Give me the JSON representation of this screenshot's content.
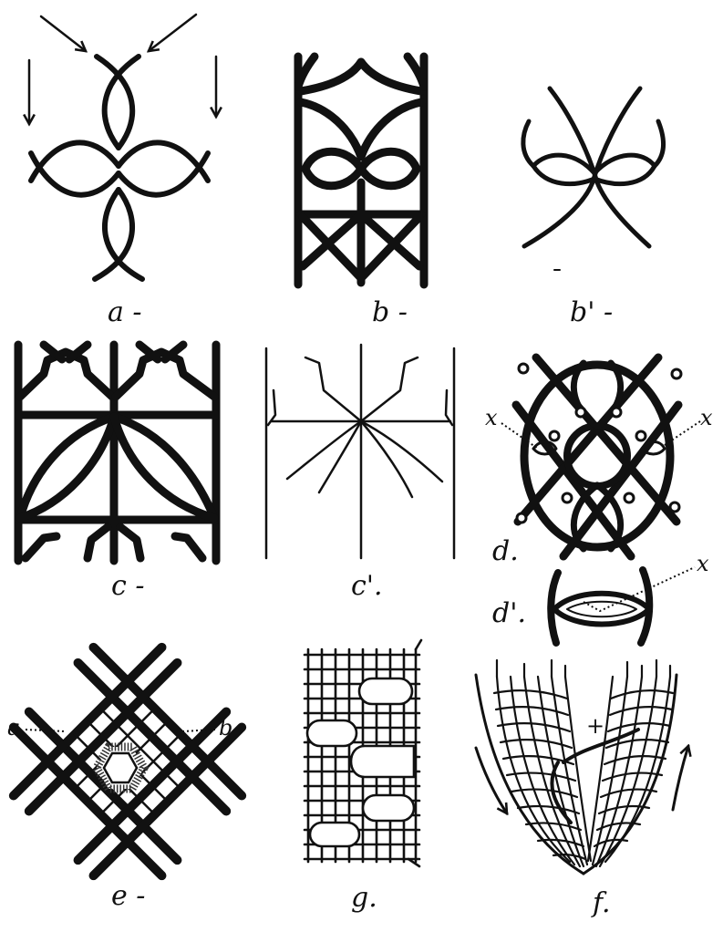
{
  "figures": {
    "a": {
      "label": "a -"
    },
    "b": {
      "label": "b -"
    },
    "b_prime": {
      "label": "b' -"
    },
    "c": {
      "label": "c -"
    },
    "c_prime": {
      "label": "c'."
    },
    "d": {
      "label": "d.",
      "cross_left": "x",
      "cross_right": "x"
    },
    "d_prime": {
      "label": "d'.",
      "cross": "x"
    },
    "e": {
      "label": "e -",
      "pointer_left": "a",
      "pointer_right": "b"
    },
    "g": {
      "label": "g."
    },
    "f": {
      "label": "f.",
      "mark": "+"
    }
  }
}
